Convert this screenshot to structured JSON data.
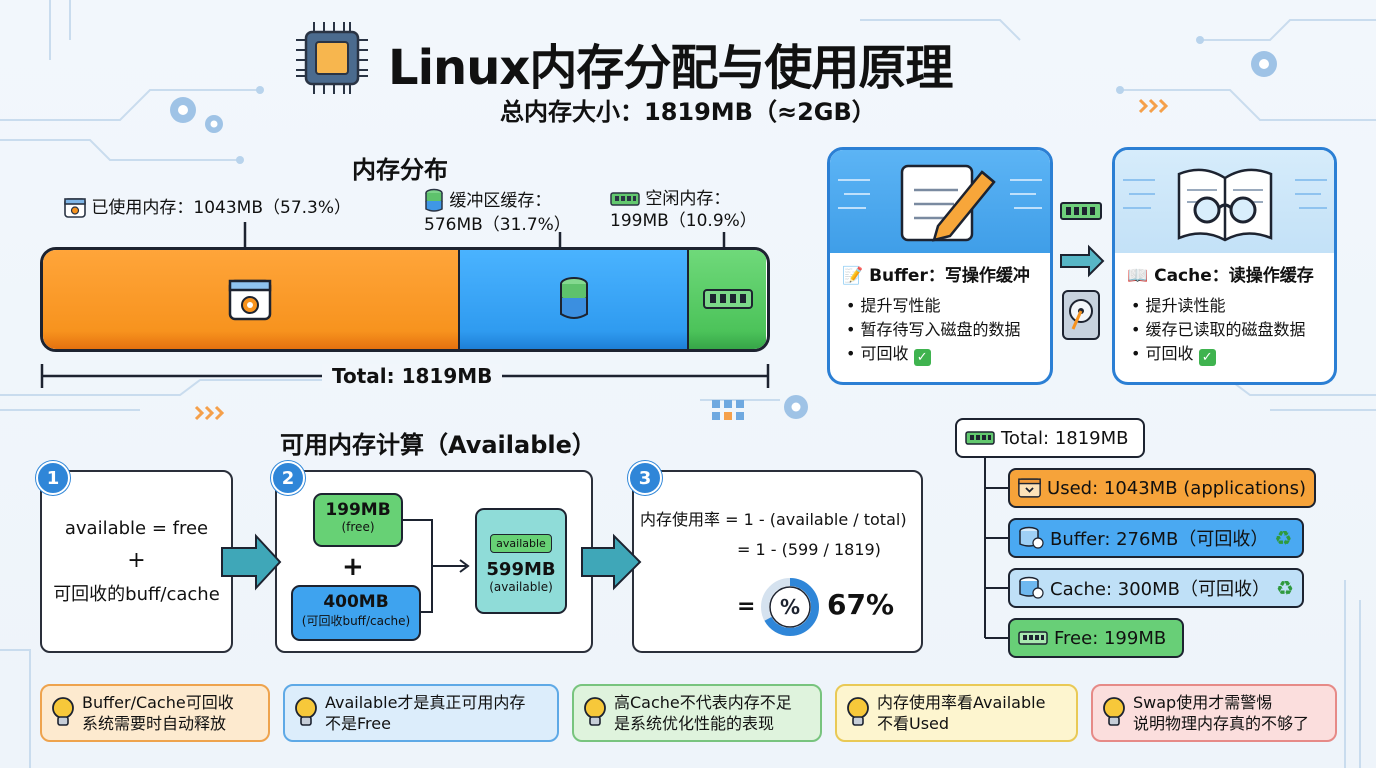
{
  "header": {
    "title": "Linux内存分配与使用原理",
    "subtitle": "总内存大小：1819MB（≈2GB）"
  },
  "distribution": {
    "title": "内存分布",
    "used_label": "已使用内存：1043MB（57.3%）",
    "buffer_label_line1": "缓冲区缓存：",
    "buffer_label_line2": "576MB（31.7%）",
    "free_label_line1": "空闲内存：",
    "free_label_line2": "199MB（10.9%）",
    "total_label": "Total: 1819MB",
    "segments": [
      {
        "name": "used",
        "mb": 1043,
        "percent": 57.3,
        "color": "#f7931e"
      },
      {
        "name": "buffer_cache",
        "mb": 576,
        "percent": 31.7,
        "color": "#2f9bf0"
      },
      {
        "name": "free",
        "mb": 199,
        "percent": 10.9,
        "color": "#4cc35a"
      }
    ]
  },
  "buffer_card": {
    "title": "Buffer：写操作缓冲",
    "items": [
      "提升写性能",
      "暂存待写入磁盘的数据",
      "可回收"
    ]
  },
  "cache_card": {
    "title": "Cache：读操作缓存",
    "items": [
      "提升读性能",
      "缓存已读取的磁盘数据",
      "可回收"
    ]
  },
  "available": {
    "title": "可用内存计算（Available）",
    "step1": {
      "badge": "1",
      "line1": "available = free",
      "plus": "+",
      "line2": "可回收的buff/cache"
    },
    "step2": {
      "badge": "2",
      "free_value": "199MB",
      "free_sub": "(free)",
      "plus": "+",
      "cache_value": "400MB",
      "cache_sub": "(可回收buff/cache)",
      "result_tag": "available",
      "result_value": "599MB",
      "result_sub": "(available)"
    },
    "step3": {
      "badge": "3",
      "line1": "内存使用率 = 1 - (available / total)",
      "line2": "= 1 - (599 / 1819)",
      "eq": "=",
      "symbol": "%",
      "value": "67%",
      "percent": 67
    }
  },
  "tree": {
    "total": "Total: 1819MB",
    "used": "Used: 1043MB (applications)",
    "buffer": "Buffer: 276MB（可回收）",
    "cache": "Cache: 300MB（可回收）",
    "free": "Free: 199MB"
  },
  "tips": [
    {
      "line1": "Buffer/Cache可回收",
      "line2": "系统需要时自动释放"
    },
    {
      "line1": "Available才是真正可用内存",
      "line2": "不是Free"
    },
    {
      "line1": "高Cache不代表内存不足",
      "line2": "是系统优化性能的表现"
    },
    {
      "line1": "内存使用率看Available",
      "line2": "不看Used"
    },
    {
      "line1": "Swap使用才需警惕",
      "line2": "说明物理内存真的不够了"
    }
  ],
  "colors": {
    "used": "#f7931e",
    "buffer": "#2f9bf0",
    "free": "#4cc35a",
    "accent": "#2f86d8"
  }
}
